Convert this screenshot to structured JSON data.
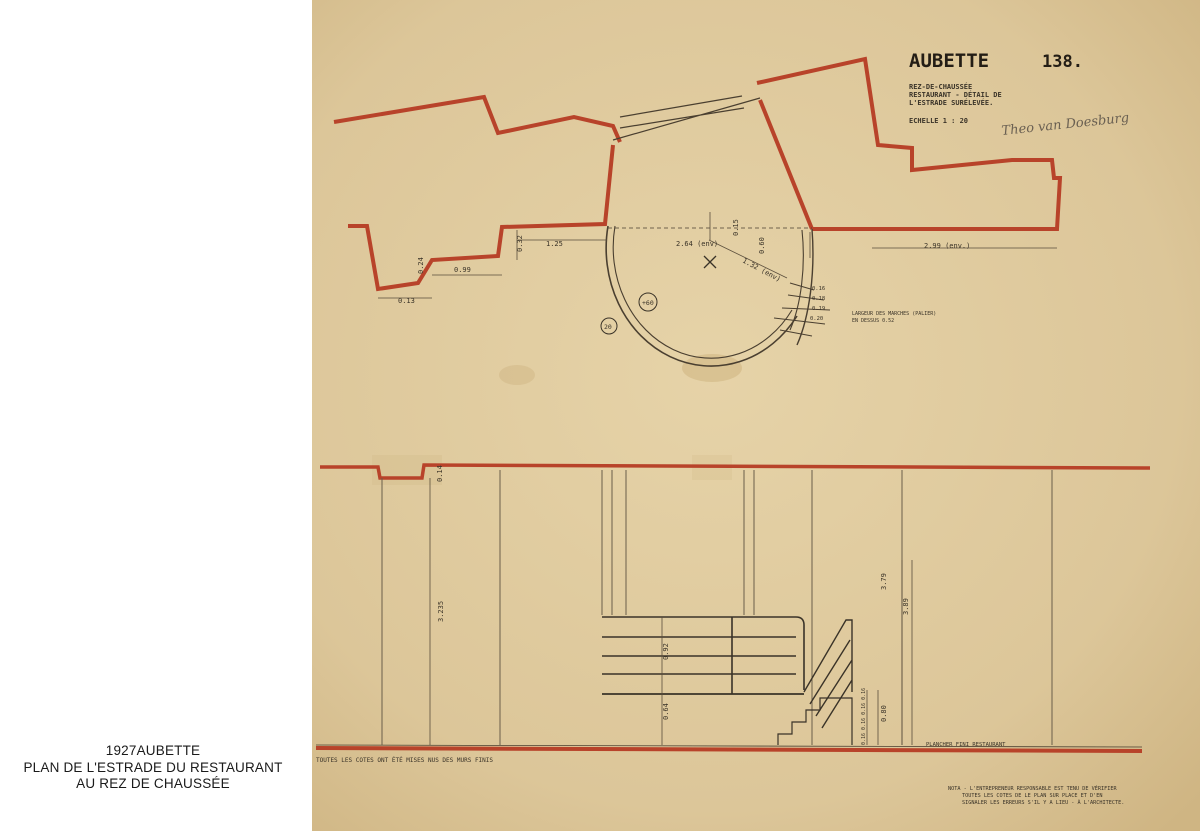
{
  "caption": {
    "line1": "1927AUBETTE",
    "line2": "PLAN DE L'ESTRADE DU RESTAURANT",
    "line3": "AU REZ DE CHAUSSÉE"
  },
  "drawing": {
    "title": "AUBETTE",
    "number": "138.",
    "subtitle1": "REZ-DE-CHAUSSÉE",
    "subtitle2": "RESTAURANT - DÉTAIL DE",
    "subtitle3": "L'ESTRADE SURÉLEVÉE.",
    "scale": "ECHELLE  1 : 20",
    "signature": "Theo van Doesburg",
    "dims": {
      "d_013": "0.13",
      "d_024": "0.24",
      "d_099": "0.99",
      "d_032": "0.32",
      "d_125": "1.25",
      "d_264": "2.64 (env)",
      "d_015": "0.15",
      "d_060": "0.60",
      "d_132": "1.32 (env)",
      "d_299": "2.99 (env.)",
      "d_016": "0.16",
      "d_018": "0.18",
      "d_019": "0.19",
      "d_020": "0.20",
      "level_60": "+60",
      "level_20": "20",
      "note_steps_1": "LARGEUR DES MARCHES (PALIER)",
      "note_steps_2": "EN DESSUS  0.52",
      "e_014": "0.14",
      "e_3235": "3.235",
      "e_092": "0.92",
      "e_064": "0.64",
      "e_379": "3.79",
      "e_389": "3.89",
      "e_080": "0.80",
      "e_steps": "0.16 0.16 0.16 0.16",
      "plancher": "PLANCHER FINI RESTAURANT"
    },
    "note_bottom_left": "TOUTES LES COTES ONT ÉTÉ MISES NUS DES MURS FINIS",
    "nota1": "NOTA - L'ENTREPRENEUR RESPONSABLE EST TENU DE VÉRIFIER",
    "nota2": "TOUTES LES COTES DE LE PLAN SUR PLACE ET D'EN",
    "nota3": "SIGNALER LES ERREURS S'IL Y A LIEU - À L'ARCHITECTE."
  },
  "colors": {
    "paper": "#ddc99d",
    "red_wall": "#b8432a",
    "ink": "#3a3328"
  }
}
